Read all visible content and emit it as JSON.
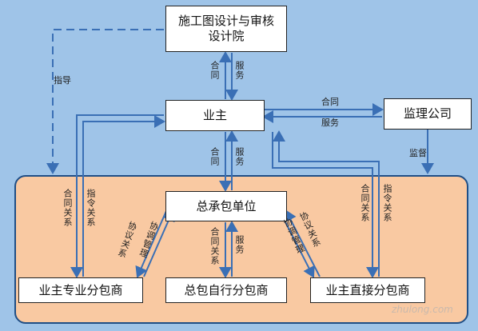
{
  "nodes": {
    "design_institute": "施工图设计与审核\n设计院",
    "owner": "业主",
    "supervision": "监理公司",
    "general_contractor": "总承包单位",
    "owner_specialist_sub": "业主专业分包商",
    "gc_self_sub": "总包自行分包商",
    "owner_direct_sub": "业主直接分包商"
  },
  "labels": {
    "guide": "指导",
    "design_contract": "合同",
    "design_service": "服务",
    "sup_contract": "合同",
    "sup_service": "服务",
    "sup_oversee": "监督",
    "gc_contract": "合同",
    "gc_service": "服务",
    "left_col1": "合同关系",
    "left_col2": "指令关系",
    "right_col1": "合同关系",
    "right_col2": "指令关系",
    "left_diag_a": "协议关系",
    "left_diag_b": "协调管理",
    "right_diag_a": "协议关系",
    "right_diag_b": "协调管理",
    "mid_contract": "合同关系",
    "mid_service": "服务"
  },
  "watermark": "zhulong.com",
  "colors": {
    "background": "#9fc4e8",
    "zone": "#f9c9a2",
    "arrow": "#3a6fb5"
  }
}
